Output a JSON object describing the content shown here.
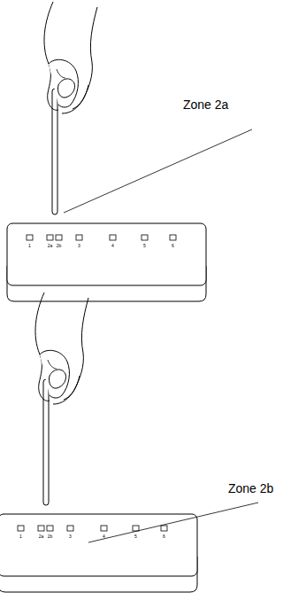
{
  "diagram": {
    "labels": [
      "1",
      "2a",
      "2b",
      "3",
      "4",
      "5",
      "6",
      "Zone 2a",
      "1",
      "2a",
      "2b",
      "3",
      "4",
      "5",
      "6",
      "Zone 2b"
    ]
  }
}
